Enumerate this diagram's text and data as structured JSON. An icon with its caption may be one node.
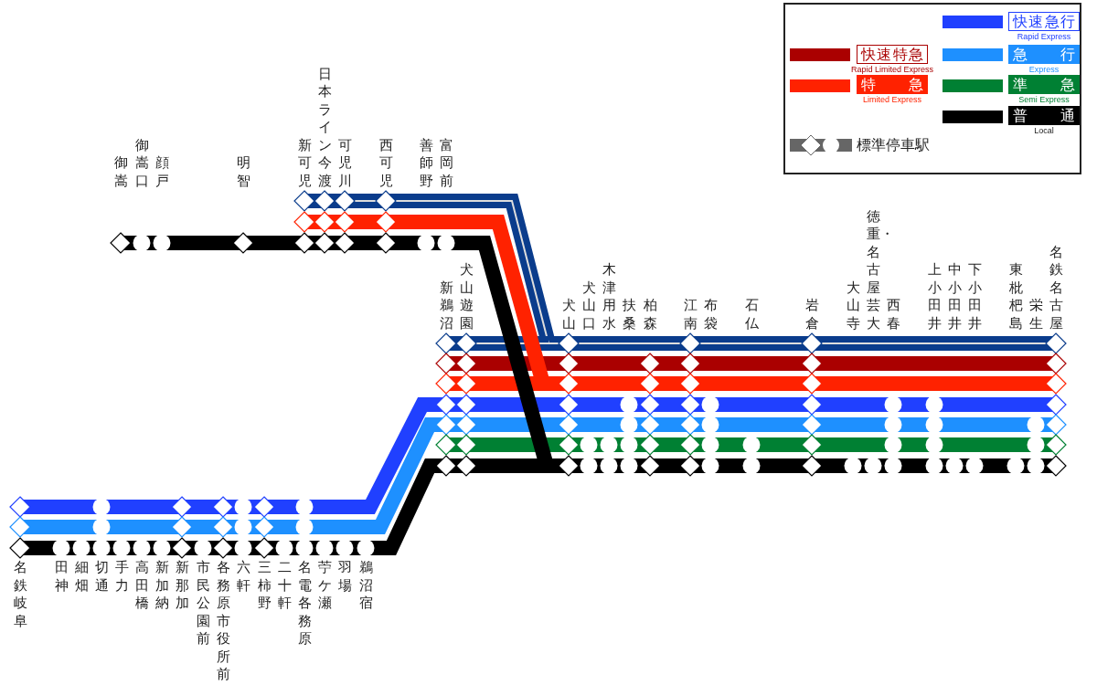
{
  "diagram": {
    "nodes": [
      {
        "text": [
          "御嵩"
        ]
      },
      {
        "text": [
          "御嵩口"
        ]
      },
      {
        "text": [
          "顔戸"
        ]
      },
      {
        "text": [
          "明智"
        ]
      },
      {
        "text": [
          "新可児"
        ]
      },
      {
        "text": [
          "日本ライン今渡"
        ]
      },
      {
        "text": [
          "可児川"
        ]
      },
      {
        "text": [
          "西可児"
        ]
      },
      {
        "text": [
          "善師野"
        ]
      },
      {
        "text": [
          "富岡前"
        ]
      },
      {
        "text": [
          "新鵜沼"
        ]
      },
      {
        "text": [
          "犬山遊園"
        ]
      },
      {
        "text": [
          "犬山"
        ]
      },
      {
        "text": [
          "犬山口"
        ]
      },
      {
        "text": [
          "木津用水"
        ]
      },
      {
        "text": [
          "扶桑"
        ]
      },
      {
        "text": [
          "柏森"
        ]
      },
      {
        "text": [
          "江南"
        ]
      },
      {
        "text": [
          "布袋"
        ]
      },
      {
        "text": [
          "石仏"
        ]
      },
      {
        "text": [
          "岩倉"
        ]
      },
      {
        "text": [
          "大山寺"
        ]
      },
      {
        "text": [
          "徳重・名古屋芸大"
        ]
      },
      {
        "text": [
          "西春"
        ]
      },
      {
        "text": [
          "上小田井"
        ]
      },
      {
        "text": [
          "中小田井"
        ]
      },
      {
        "text": [
          "下小田井"
        ]
      },
      {
        "text": [
          "東枇杷島"
        ]
      },
      {
        "text": [
          "栄生"
        ]
      },
      {
        "text": [
          "名鉄名古屋"
        ]
      },
      {
        "text": [
          "名鉄岐阜"
        ]
      },
      {
        "text": [
          "田神"
        ]
      },
      {
        "text": [
          "細畑"
        ]
      },
      {
        "text": [
          "切通"
        ]
      },
      {
        "text": [
          "手力"
        ]
      },
      {
        "text": [
          "高田橋"
        ]
      },
      {
        "text": [
          "新加納"
        ]
      },
      {
        "text": [
          "新那加"
        ]
      },
      {
        "text": [
          "市民公園前"
        ]
      },
      {
        "text": [
          "各務原市役所前"
        ]
      },
      {
        "text": [
          "六軒"
        ]
      },
      {
        "text": [
          "三柿野"
        ]
      },
      {
        "text": [
          "二十軒"
        ]
      },
      {
        "text": [
          "名電各務原"
        ]
      },
      {
        "text": [
          "苧ケ瀬"
        ]
      },
      {
        "text": [
          "羽場"
        ]
      },
      {
        "text": [
          "鵜沼宿"
        ]
      }
    ],
    "labels": [
      "Rapid Limited Express",
      "Limited Express",
      "Rapid Express",
      "Express",
      "Semi Express",
      "Local"
    ],
    "legend": [
      {
        "text": "快速特急",
        "color": "#aa0000"
      },
      {
        "text": "特急",
        "color": "#ff2200"
      },
      {
        "text": "快速急行",
        "color": "#2040ff"
      },
      {
        "text": "急行",
        "color": "#1e90ff"
      },
      {
        "text": "準急",
        "color": "#008033"
      },
      {
        "text": "普通",
        "color": "#000000"
      },
      {
        "text": "標準停車駅"
      }
    ]
  }
}
